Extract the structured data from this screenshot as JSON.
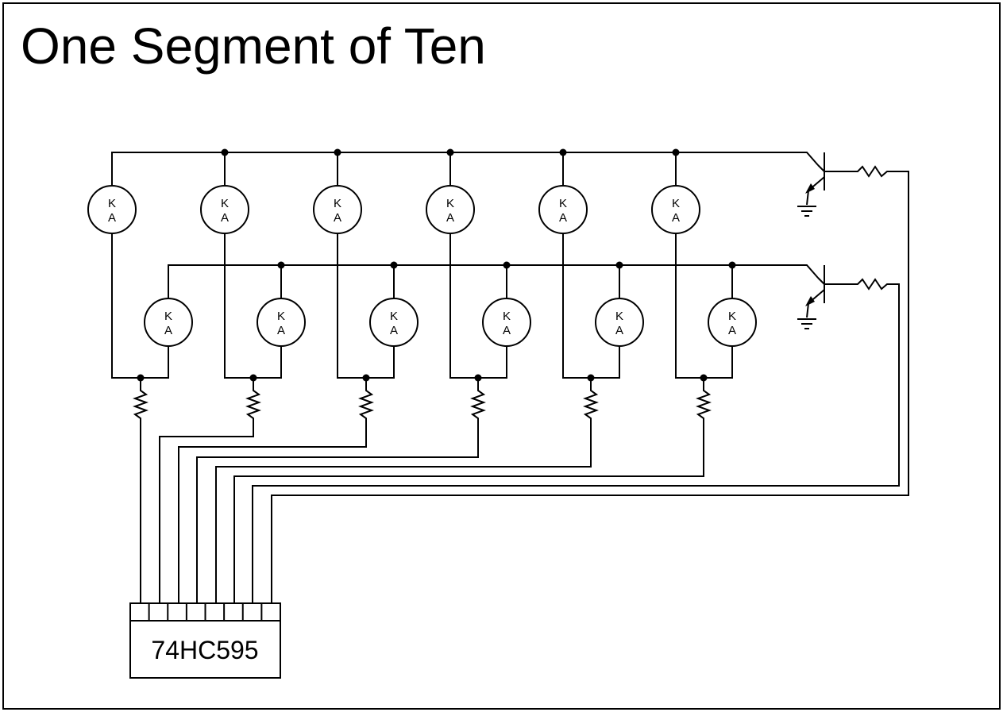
{
  "diagram": {
    "title": "One Segment of Ten",
    "led_labels": {
      "cathode": "K",
      "anode": "A"
    },
    "chip_label": "74HC595"
  },
  "colors": {
    "line": "#000000",
    "background": "#ffffff"
  }
}
